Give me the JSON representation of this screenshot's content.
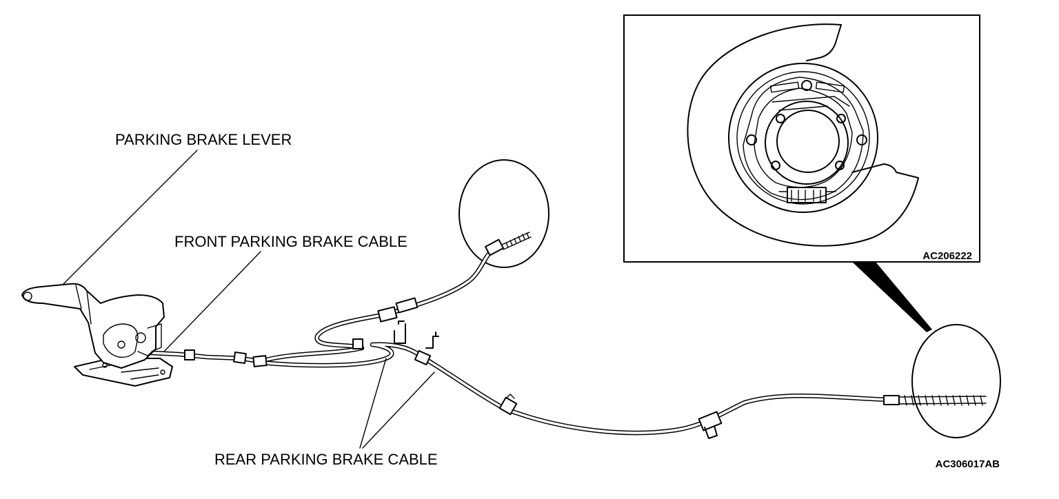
{
  "labels": {
    "parking_brake_lever": "PARKING BRAKE LEVER",
    "front_parking_brake_cable": "FRONT PARKING BRAKE CABLE",
    "rear_parking_brake_cable": "REAR PARKING BRAKE CABLE"
  },
  "inset": {
    "code": "AC206222"
  },
  "figure_code": "AC306017AB"
}
